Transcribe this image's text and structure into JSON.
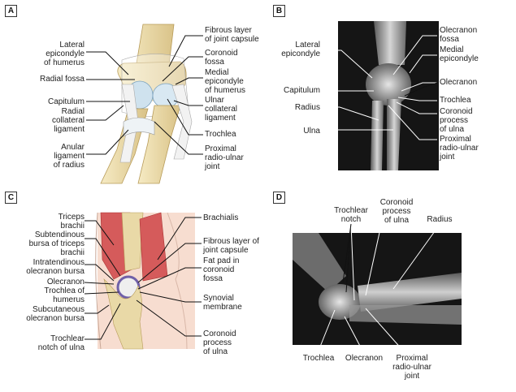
{
  "panels": [
    {
      "tag": "A",
      "labels": {
        "lateral_epicondyle": "Lateral\nepicondyle\nof humerus",
        "radial_fossa": "Radial fossa",
        "capitulum": "Capitulum",
        "radial_collateral": "Radial\ncollateral\nligament",
        "anular_ligament": "Anular\nligament\nof radius",
        "fibrous_layer": "Fibrous layer\nof joint capsule",
        "coronoid_fossa": "Coronoid\nfossa",
        "medial_epicondyle": "Medial\nepicondyle\nof humerus",
        "ulnar_collateral": "Ulnar\ncollateral\nligament",
        "trochlea": "Trochlea",
        "proximal_radioulnar": "Proximal\nradio-ulnar\njoint"
      }
    },
    {
      "tag": "B",
      "labels": {
        "lateral_epicondyle": "Lateral\nepicondyle",
        "capitulum": "Capitulum",
        "radius": "Radius",
        "ulna": "Ulna",
        "olecranon_fossa": "Olecranon\nfossa",
        "medial_epicondyle": "Medial\nepicondyle",
        "olecranon": "Olecranon",
        "trochlea": "Trochlea",
        "coronoid_process": "Coronoid\nprocess\nof ulna",
        "proximal_radioulnar": "Proximal\nradio-ulnar\njoint"
      }
    },
    {
      "tag": "C",
      "labels": {
        "triceps": "Triceps\nbrachii",
        "subtendinous_bursa": "Subtendinous\nbursa of triceps\nbrachii",
        "intratendinous_bursa": "Intratendinous\nolecranon bursa",
        "olecranon": "Olecranon",
        "trochlea_humerus": "Trochlea of\nhumerus",
        "subcutaneous_bursa": "Subcutaneous\nolecranon bursa",
        "trochlear_notch": "Trochlear\nnotch of ulna",
        "brachialis": "Brachialis",
        "fibrous_layer": "Fibrous layer of\njoint capsule",
        "fat_pad": "Fat pad in\ncoronoid\nfossa",
        "synovial_membrane": "Synovial\nmembrane",
        "coronoid_process": "Coronoid\nprocess\nof ulna"
      }
    },
    {
      "tag": "D",
      "labels": {
        "trochlear_notch": "Trochlear\nnotch",
        "coronoid_process": "Coronoid\nprocess\nof ulna",
        "radius": "Radius",
        "trochlea": "Trochlea",
        "olecranon": "Olecranon",
        "proximal_radioulnar": "Proximal\nradio-ulnar\njoint"
      }
    }
  ],
  "colors": {
    "bone": "#e9d9a7",
    "cartilage": "#cfe2ee",
    "ligament": "#f2f2f2",
    "muscle": "#d55b5b",
    "skin": "#f7ddd0",
    "xray_bg": "#151515"
  }
}
